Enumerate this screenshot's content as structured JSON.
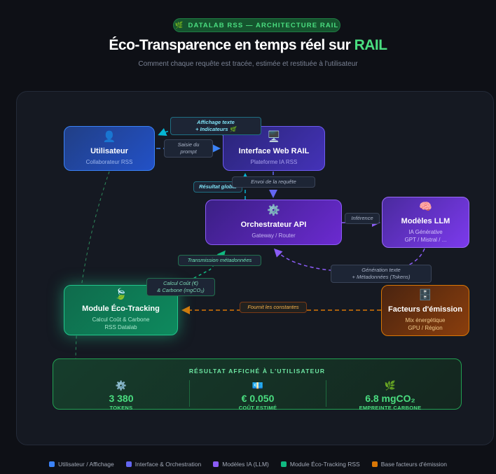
{
  "header": {
    "badge_icon": "leaf-icon",
    "badge_icon_glyph": "🌿",
    "badge": "DATALAB RSS — ARCHITECTURE RAIL",
    "title_main": "Éco-Transparence en temps réel sur ",
    "title_accent": "RAIL",
    "subtitle": "Comment chaque requête est tracée, estimée et restituée à l'utilisateur"
  },
  "nodes": {
    "user": {
      "icon": "user-icon",
      "glyph": "👤",
      "title": "Utilisateur",
      "subtitle": "Collaborateur RSS"
    },
    "web": {
      "icon": "computer-icon",
      "glyph": "🖥️",
      "title": "Interface Web RAIL",
      "subtitle": "Plateforme IA RSS"
    },
    "orch": {
      "icon": "gear-icon",
      "glyph": "⚙️",
      "title": "Orchestrateur API",
      "subtitle": "Gateway / Router"
    },
    "llm": {
      "icon": "brain-icon",
      "glyph": "🧠",
      "title": "Modèles LLM",
      "subtitle_1": "IA Générative",
      "subtitle_2": "GPT / Mistral / ..."
    },
    "eco": {
      "icon": "recycle-leaf-icon",
      "glyph": "🍃",
      "title": "Module Éco-Tracking",
      "subtitle_1": "Calcul Coût & Carbone",
      "subtitle_2": "RSS Datalab"
    },
    "fact": {
      "icon": "file-cabinet-icon",
      "glyph": "🗄️",
      "title": "Facteurs d'émission",
      "subtitle_1": "Mix énergétique",
      "subtitle_2": "GPU / Région"
    }
  },
  "edges": {
    "affichage_1": "Affichage texte",
    "affichage_2": "+ Indicateurs 🌿",
    "saisie": "Saisie du prompt",
    "resultat": "Résultat global",
    "envoi": "Envoi de la requête",
    "inference": "Inférence",
    "generation_1": "Génération texte",
    "generation_2": "+ Métadonnées (Tokens)",
    "transmission": "Transmission métadonnées",
    "calcul_1": "Calcul Coût (€)",
    "calcul_2": "& Carbone (mgCO₂)",
    "fournit": "Fournit les constantes"
  },
  "results": {
    "heading": "RÉSULTAT AFFICHÉ À L'UTILISATEUR",
    "metrics": [
      {
        "icon": "gear-icon",
        "glyph": "⚙️",
        "value": "3 380",
        "label": "TOKENS"
      },
      {
        "icon": "money-icon",
        "glyph": "💶",
        "value": "€ 0.050",
        "label": "COÛT ESTIMÉ"
      },
      {
        "icon": "herb-icon",
        "glyph": "🌿",
        "value": "6.8 mgCO₂",
        "label": "EMPREINTE CARBONE"
      }
    ]
  },
  "legend": [
    {
      "label": "Utilisateur / Affichage",
      "color": "#3b82f6"
    },
    {
      "label": "Interface & Orchestration",
      "color": "#6366f1"
    },
    {
      "label": "Modèles IA (LLM)",
      "color": "#8b5cf6"
    },
    {
      "label": "Module Éco-Tracking RSS",
      "color": "#10b981"
    },
    {
      "label": "Base facteurs d'émission",
      "color": "#d97706"
    }
  ]
}
